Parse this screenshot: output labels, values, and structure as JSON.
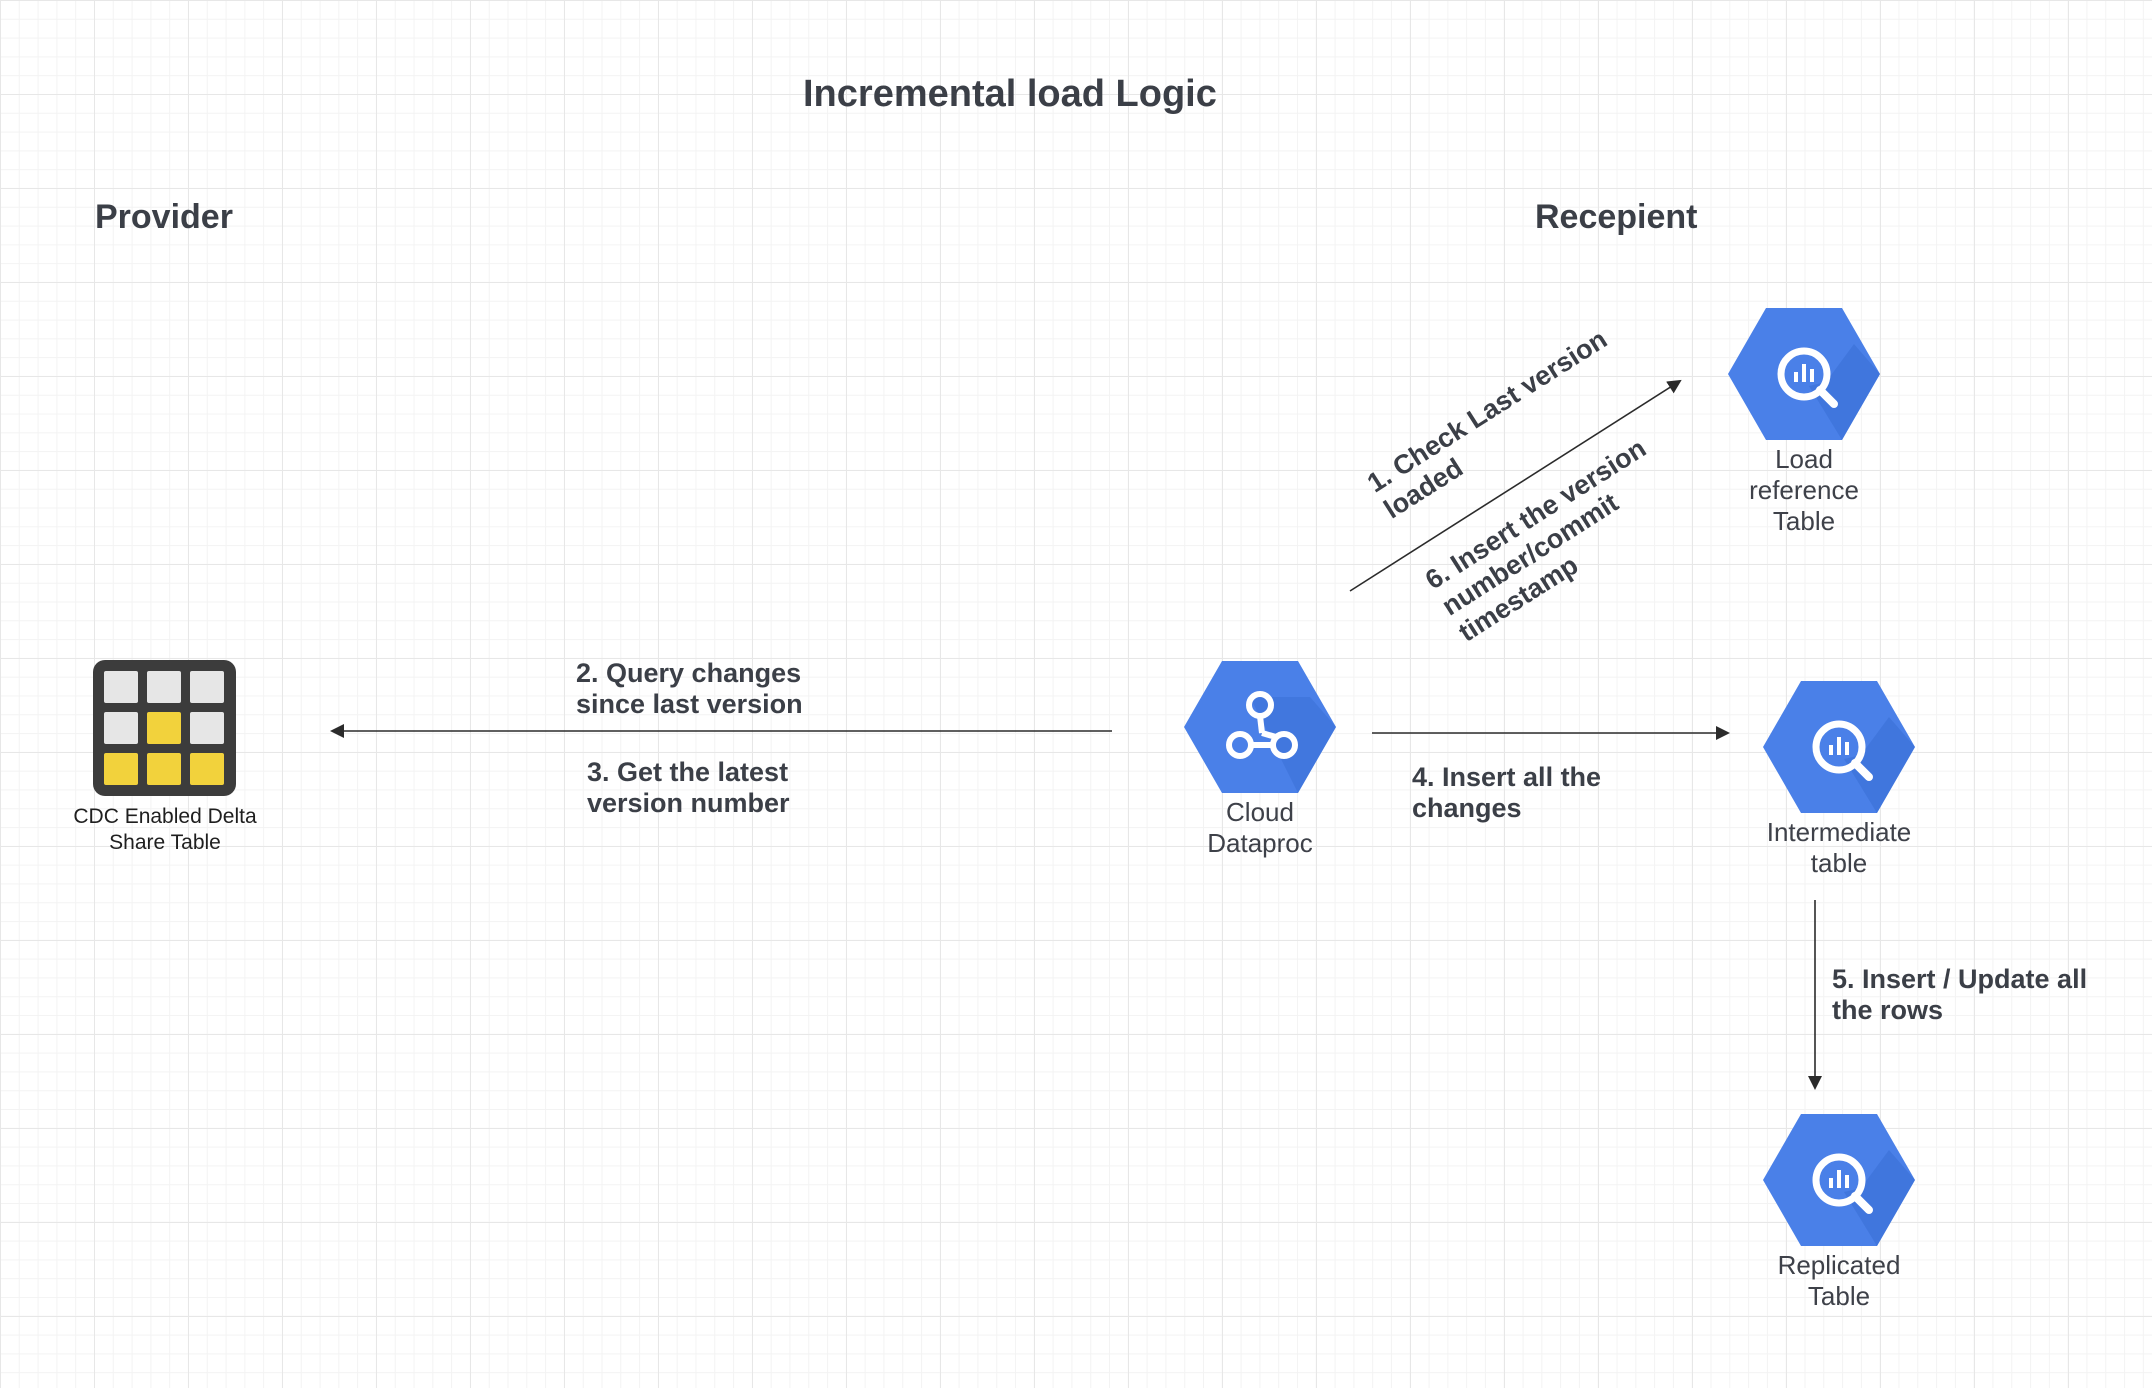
{
  "title": "Incremental load Logic",
  "sections": {
    "provider": "Provider",
    "recipient": "Recepient"
  },
  "nodes": {
    "source_table": "CDC Enabled Delta\nShare Table",
    "dataproc": "Cloud\nDataproc",
    "load_reference": "Load\nreference\nTable",
    "intermediate": "Intermediate\ntable",
    "replicated": "Replicated\nTable"
  },
  "edges": {
    "step1": "1. Check Last version\nloaded",
    "step2": "2. Query changes\nsince last version",
    "step3": "3. Get the latest\nversion number",
    "step4": "4. Insert all the\nchanges",
    "step5": "5. Insert / Update all\nthe rows",
    "step6": "6. Insert the version\nnumber/commit\ntimestamp"
  },
  "colors": {
    "hexagon": "#4a80e8",
    "hexagon_shadow": "#3b6fd6",
    "grid_cell_light": "#e6e6e6",
    "grid_cell_yellow": "#f2d23c",
    "grid_bg": "#3c3c3c",
    "text": "#3b3f47"
  },
  "icons": {
    "source_table": "table-grid-icon",
    "dataproc": "dataproc-hexagon-icon",
    "bigquery": "bigquery-hexagon-icon"
  }
}
